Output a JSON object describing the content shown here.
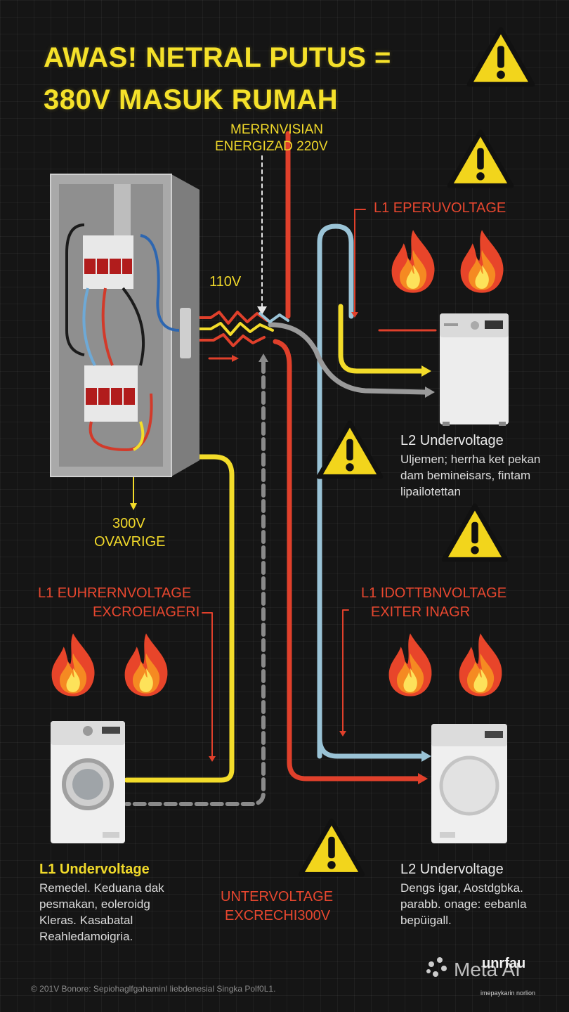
{
  "title": {
    "line1": "AWAS! NETRAL PUTUS =",
    "line2": "380V MASUK RUMAH"
  },
  "labels": {
    "energized_line1": "MERRNVISIAN",
    "energized_line2": "ENERGIZAD 220V",
    "v110": "110V",
    "v300_line1": "300V",
    "v300_line2": "OVAVRIGE",
    "l1_overvoltage_top": "L1 EPERUVOLTAGE",
    "l1_left_line1": "L1 EUHRERNVOLTAGE",
    "l1_left_line2": "EXCROEIAGERI",
    "l1_right_line1": "L1 IDOTTBNVOLTAGE",
    "l1_right_line2": "EXITER INAGR",
    "under_center_line1": "UNTERVOLTAGE",
    "under_center_line2": "EXCRECHI300V"
  },
  "captions": {
    "l2_top": {
      "heading": "L2 Undervoltage",
      "body": "Uljemen; herrha ket pekan dam bemineisars, fintam lipailotettan"
    },
    "l1_bottom": {
      "heading": "L1 Undervoltage",
      "body": "Remedel. Keduana dak pesmakan, eoleroidg Kleras. Kasabatal Reahledamoigria."
    },
    "l2_bottom": {
      "heading": "L2 Undervoltage",
      "body": "Dengs igar, Aostdgbka. parabb. onage: eebanla bepüigall."
    }
  },
  "footer": {
    "copyright": "© 201V Bonore: Sepiohaglfgahaminl liebdenesial Singka Polf0L1.",
    "watermark": "Meta AI",
    "logo_text": "unrfau",
    "logo_sub": "imepaykarin norlion"
  },
  "icons": [
    "warning-icon",
    "fire-icon",
    "dryer-appliance",
    "washing-machine-appliance",
    "distribution-panel",
    "meta-ai-logo-icon"
  ],
  "colors": {
    "background": "#151515",
    "title_yellow": "#f5e12a",
    "label_red": "#e8472f",
    "wire_red": "#e0402b",
    "wire_yellow": "#f3dc2a",
    "wire_blue": "#9ac3d6",
    "wire_gray": "#9a9a9a",
    "warning_yellow": "#f2d51c"
  }
}
